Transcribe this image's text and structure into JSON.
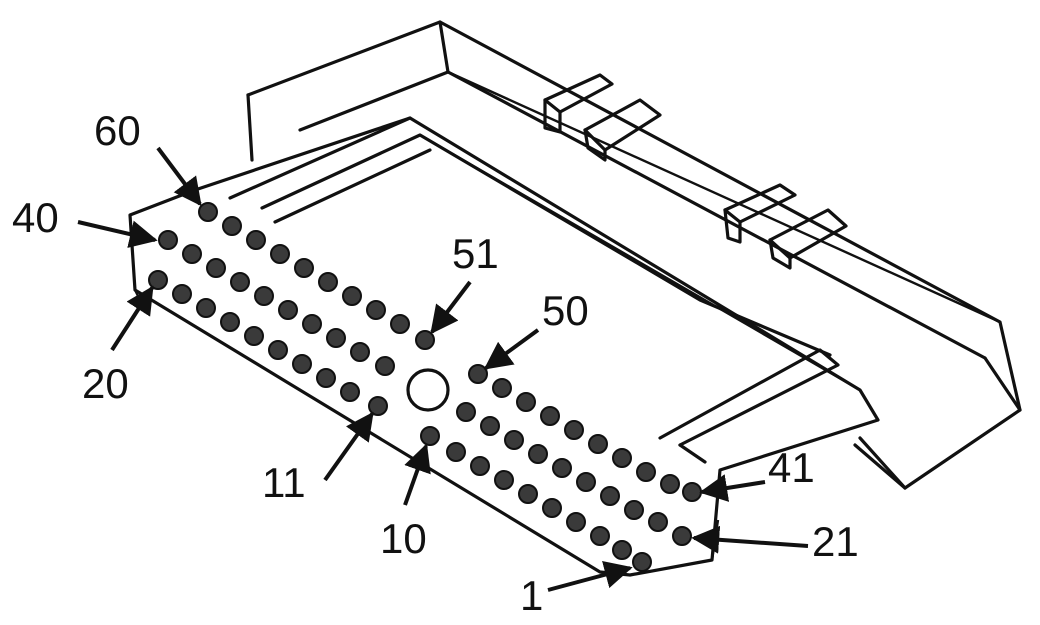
{
  "labels": {
    "l60": "60",
    "l40": "40",
    "l20": "20",
    "l51": "51",
    "l50": "50",
    "l11": "11",
    "l10": "10",
    "l41": "41",
    "l21": "21",
    "l1": "1"
  },
  "colors": {
    "ink": "#111111",
    "background": "#ffffff",
    "pin_fill": "#3a3a3a"
  }
}
